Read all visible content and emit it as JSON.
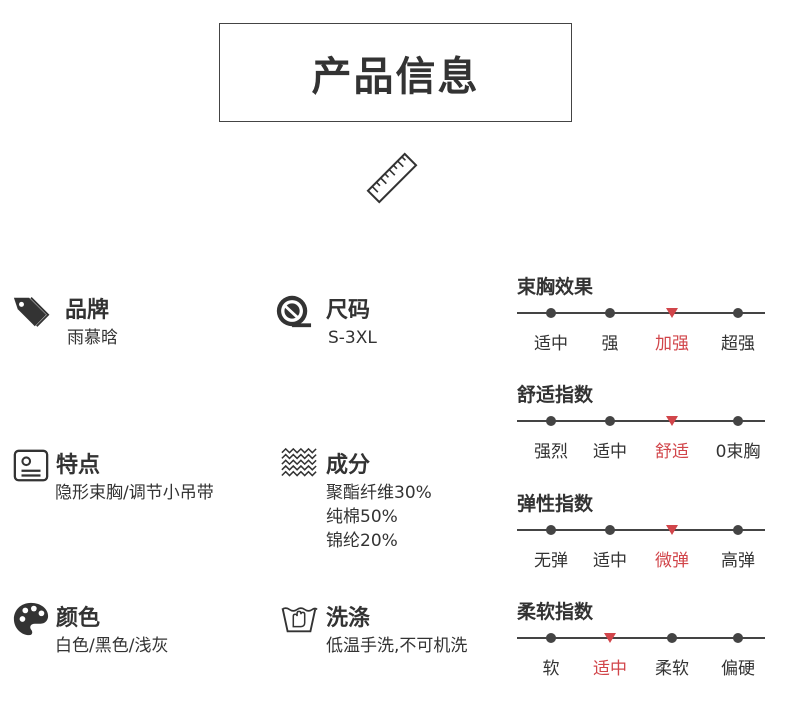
{
  "title": "产品信息",
  "colors": {
    "text": "#333333",
    "accent": "#d1454a",
    "line": "#444444"
  },
  "icons": {
    "ruler": "ruler-icon",
    "brand": "tag-icon",
    "size": "tape-measure-icon",
    "features": "label-card-icon",
    "material": "fabric-icon",
    "color": "palette-icon",
    "wash": "hand-wash-icon"
  },
  "fields": {
    "brand": {
      "label": "品牌",
      "value": "雨慕晗"
    },
    "size": {
      "label": "尺码",
      "value": "S-3XL"
    },
    "features": {
      "label": "特点",
      "value": "隐形束胸/调节小吊带"
    },
    "material": {
      "label": "成分",
      "values": [
        "聚酯纤维30%",
        "纯棉50%",
        "锦纶20%"
      ]
    },
    "color": {
      "label": "颜色",
      "value": "白色/黑色/浅灰"
    },
    "wash": {
      "label": "洗涤",
      "value": "低温手洗,不可机洗"
    }
  },
  "scales": [
    {
      "title": "束胸效果",
      "options": [
        "适中",
        "强",
        "加强",
        "超强"
      ],
      "selected": 2
    },
    {
      "title": "舒适指数",
      "options": [
        "强烈",
        "适中",
        "舒适",
        "0束胸"
      ],
      "selected": 2
    },
    {
      "title": "弹性指数",
      "options": [
        "无弹",
        "适中",
        "微弹",
        "高弹"
      ],
      "selected": 2
    },
    {
      "title": "柔软指数",
      "options": [
        "软",
        "适中",
        "柔软",
        "偏硬"
      ],
      "selected": 1
    }
  ]
}
